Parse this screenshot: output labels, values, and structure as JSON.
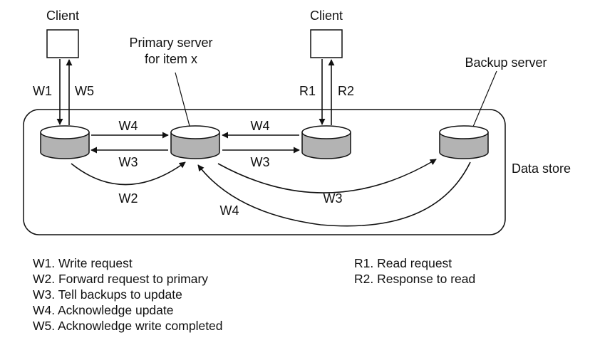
{
  "labels": {
    "client_left": "Client",
    "client_right": "Client",
    "primary_line1": "Primary server",
    "primary_line2": "for item x",
    "backup": "Backup server",
    "data_store": "Data store"
  },
  "arrows": {
    "w1": "W1",
    "w5": "W5",
    "r1": "R1",
    "r2": "R2",
    "w4_top_left": "W4",
    "w3_mid_left": "W3",
    "w4_top_right": "W4",
    "w3_mid_right": "W3",
    "w2": "W2",
    "w3_long": "W3",
    "w4_long": "W4"
  },
  "legend_left": [
    "W1. Write request",
    "W2. Forward request to primary",
    "W3. Tell backups to update",
    "W4. Acknowledge update",
    "W5. Acknowledge write completed"
  ],
  "legend_right": [
    "R1. Read request",
    "R2. Response to read"
  ]
}
